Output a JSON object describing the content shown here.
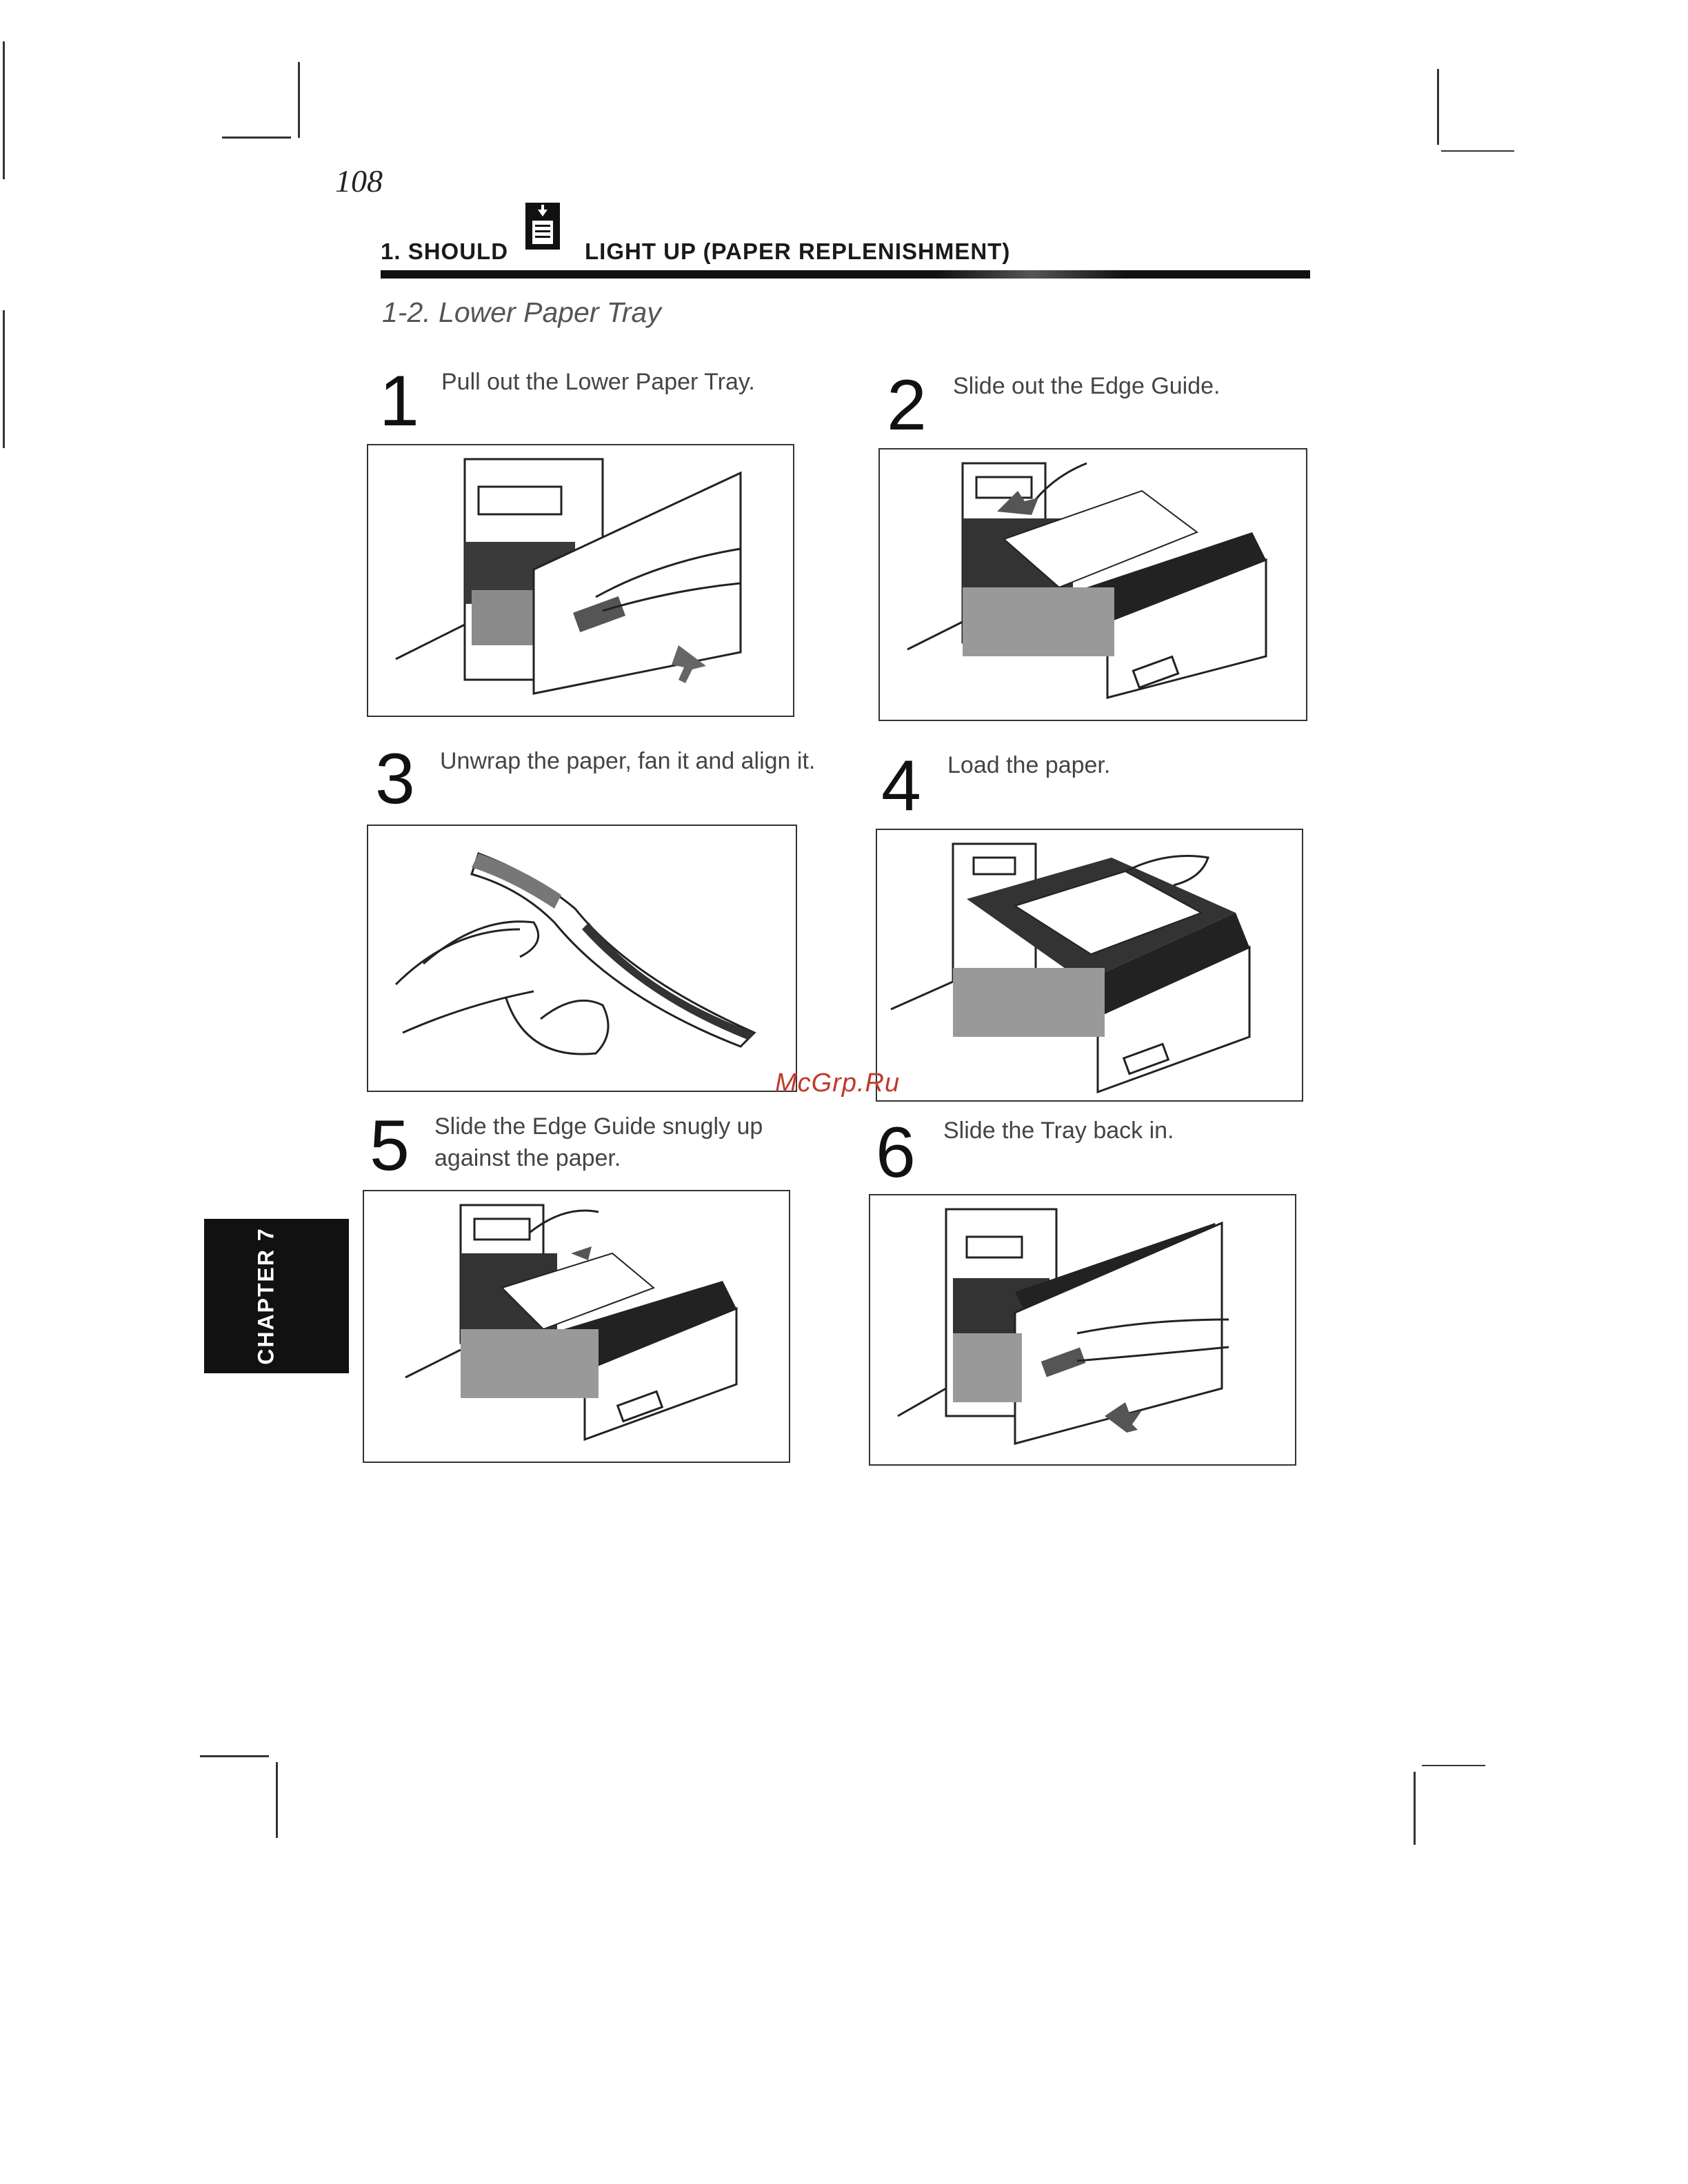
{
  "page_number": "108",
  "header": {
    "prefix": "1. SHOULD",
    "icon": "paper-tray-icon",
    "suffix": "LIGHT UP (PAPER REPLENISHMENT)"
  },
  "section_title": "1-2. Lower Paper Tray",
  "steps": [
    {
      "number": "1",
      "text": "Pull out the Lower Paper Tray."
    },
    {
      "number": "2",
      "text": "Slide out the Edge Guide."
    },
    {
      "number": "3",
      "text": "Unwrap the paper, fan it and align it."
    },
    {
      "number": "4",
      "text": "Load the paper."
    },
    {
      "number": "5",
      "text": "Slide the Edge Guide snugly up against the paper."
    },
    {
      "number": "6",
      "text": "Slide the Tray back in."
    }
  ],
  "chapter_tab": "CHAPTER 7",
  "watermark": "McGrp.Ru"
}
